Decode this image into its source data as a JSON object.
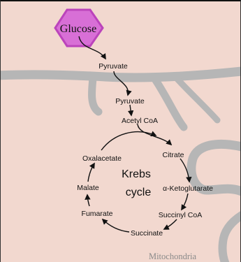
{
  "molecule": "Glucose",
  "pathway": {
    "pyruvate_cytosol": "Pyruvate",
    "pyruvate_matrix": "Pyruvate",
    "acetyl_coa": "Acetyl CoA"
  },
  "cycle": {
    "title_line1": "Krebs",
    "title_line2": "cycle",
    "intermediates": [
      "Citrate",
      "α-Ketoglutarate",
      "Succinyl CoA",
      "Succinate",
      "Fumarate",
      "Malate",
      "Oxalacetate"
    ]
  },
  "organelle": "Mitochondria",
  "colors": {
    "background": "#f2d8cf",
    "membrane": "#b6b6b6",
    "glucose_fill": "#d86fd6",
    "glucose_stroke": "#bb44bb"
  }
}
